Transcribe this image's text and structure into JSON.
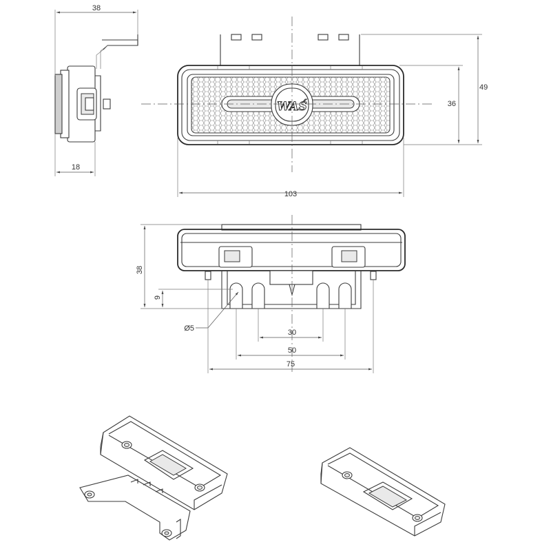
{
  "dimensions": {
    "side_width": "38",
    "side_depth": "18",
    "front_width": "103",
    "front_height_outer": "49",
    "front_height_inner": "36",
    "bottom_height": "38",
    "bottom_offset": "9",
    "hole_diameter": "Ø5",
    "spacing_inner": "30",
    "spacing_middle": "50",
    "spacing_outer": "75"
  },
  "logo": {
    "text": "WAŚ"
  }
}
